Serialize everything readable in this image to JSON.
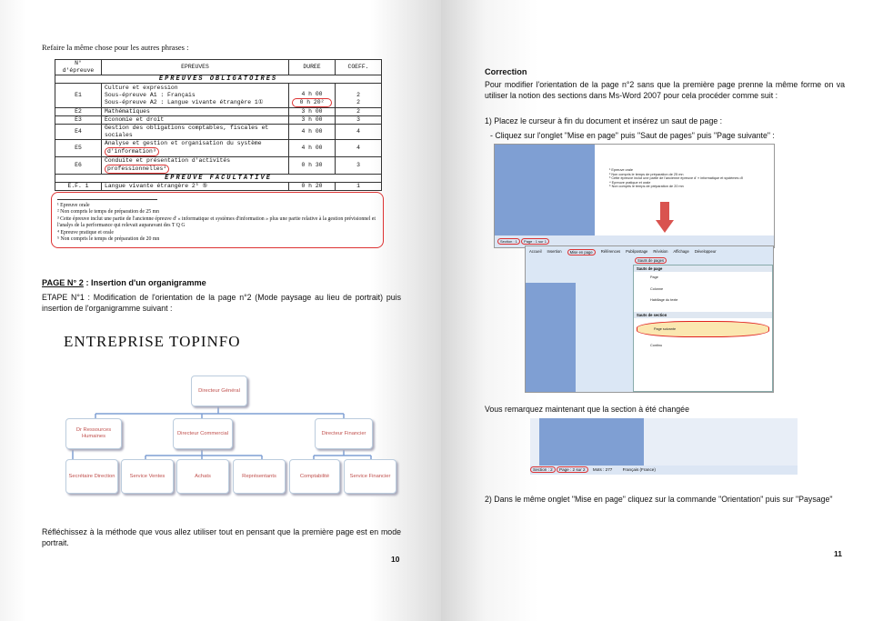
{
  "left_page": {
    "intro": "Refaire la même chose pour les autres phrases :",
    "table": {
      "headers": [
        "N°\nd'épreuve",
        "EPREUVES",
        "DUREE",
        "COEFF."
      ],
      "section_mandatory": "EPREUVES OBLIGATOIRES",
      "section_optional": "EPREUVE FACULTATIVE",
      "rows": [
        {
          "num": "E1",
          "lines": [
            "Culture et expression",
            "Sous-épreuve A1 : Français",
            "Sous-épreuve A2 : Langue vivante étrangère 1①"
          ],
          "durees": [
            "4 h 00",
            "0 h 20²"
          ],
          "coeffs": [
            "2",
            "2"
          ]
        },
        {
          "num": "E2",
          "lines": [
            "Mathématiques"
          ],
          "durees": [
            "3 h 00"
          ],
          "coeffs": [
            "2"
          ]
        },
        {
          "num": "E3",
          "lines": [
            "Economie et droit"
          ],
          "durees": [
            "3 h 00"
          ],
          "coeffs": [
            "3"
          ]
        },
        {
          "num": "E4",
          "lines": [
            "Gestion des obligations comptables, fiscales et",
            "sociales"
          ],
          "durees": [
            "4 h 00"
          ],
          "coeffs": [
            "4"
          ]
        },
        {
          "num": "E5",
          "lines": [
            "Analyse et gestion et organisation du système",
            "d'information³"
          ],
          "durees": [
            "4 h 00"
          ],
          "coeffs": [
            "4"
          ]
        },
        {
          "num": "E6",
          "lines": [
            "Conduite et présentation d'activités",
            "professionnelles⁴"
          ],
          "durees": [
            "0 h 30"
          ],
          "coeffs": [
            "3"
          ]
        }
      ],
      "optional_row": {
        "num": "E.F. 1",
        "label": "Langue vivante étrangère 2⁵ ⑤",
        "duree": "0 h 20",
        "coeff": "1"
      }
    },
    "footnotes": [
      "¹ Epreuve orale",
      "² Non compris le temps de préparation de 25 mn",
      "³ Cette épreuve inclut une partie de l'ancienne épreuve d' « informatique et systèmes d'information » plus une partie relative à la gestion prévisionnel et l'analys de la performance qui relevait auparavant des T Q G",
      "⁴ Epreuve pratique et orale",
      "⁵ Non compris le temps de préparation de 20 mn"
    ],
    "heading_label": "PAGE N° 2",
    "heading_rest": " : Insertion d'un organigramme",
    "step": "ETAPE N°1 : Modification de l'orientation de la page n°2 (Mode paysage au lieu de portrait) puis insertion de l'organigramme suivant :",
    "org_title": "ENTREPRISE TOPINFO",
    "org": {
      "top": "Directeur Général",
      "level2": [
        "Dr Ressources Humaines",
        "Directeur Commercial",
        "Directeur Financier"
      ],
      "level3": [
        "Secrétaire Direction",
        "Service Ventes",
        "Achats",
        "Représentants",
        "Comptabilité",
        "Service Financier"
      ]
    },
    "closing": "Réfléchissez à la méthode que vous allez utiliser tout en pensant que la première page est en mode portrait.",
    "page_number": "10"
  },
  "right_page": {
    "heading": "Correction",
    "para1": "Pour modifier l'orientation de la page n°2 sans que la première page prenne la même forme on va utiliser la notion des sections dans Ms-Word 2007 pour cela procéder comme suit :",
    "step1": "1) Placez le curseur à fin du document et insérez un saut de page :",
    "step1a": "- Cliquez sur l'onglet \"Mise en page\" puis \"Saut de pages\" puis \"Page suivante\" :",
    "screenshot1": {
      "status_section": "Section : 1",
      "status_page": "Page : 1 sur 1",
      "tabs": [
        "Accueil",
        "Insertion",
        "Mise en page",
        "Références",
        "Publipostage",
        "Révision",
        "Affichage",
        "Développeur"
      ],
      "breaks_button": "Sauts de pages",
      "menu_header1": "Sauts de page",
      "menu_items1": [
        "Page",
        "Colonne",
        "Habillage du texte"
      ],
      "menu_header2": "Sauts de section",
      "menu_items2": [
        "Page suivante",
        "Continu"
      ],
      "doc_lines": [
        "¹ Epreuve orale",
        "² Non compris le temps de préparation de 25 mn",
        "³ Cette épreuve inclut une partie de l'ancienne épreuve d' « informatique et systèmes d'i",
        "⁴ Epreuve pratique et orale",
        "⁵ Non compris le temps de préparation de 20 mn"
      ]
    },
    "remark": "Vous remarquez maintenant que la section à été changée",
    "screenshot2": {
      "status_section": "Section : 2",
      "status_page": "Page : 2 sur 2",
      "status_words": "Mots : 277",
      "status_lang": "Français (France)"
    },
    "step2": "2) Dans le même onglet \"Mise en page\" cliquez sur la commande \"Orientation\" puis sur \"Paysage\"",
    "page_number": "11"
  },
  "colors": {
    "accent_red": "#e02020",
    "org_text": "#c0504d",
    "word_blue": "#7f9fd3",
    "ribbon": "#dbe7f5"
  }
}
